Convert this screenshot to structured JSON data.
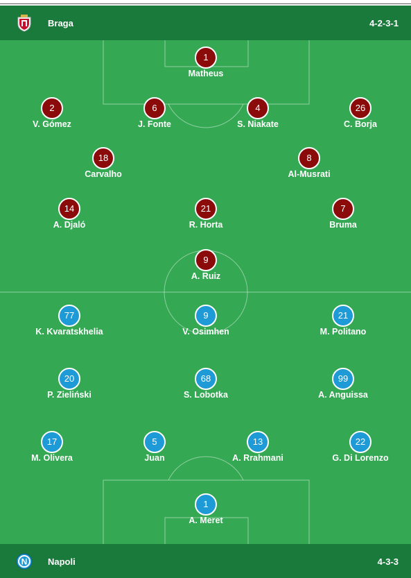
{
  "home": {
    "team": "Braga",
    "formation": "4-2-3-1",
    "color": "#8b0a0a",
    "crest_icon": "braga-crest-icon",
    "players": [
      {
        "number": "1",
        "name": "Matheus"
      },
      {
        "number": "2",
        "name": "V. Gómez"
      },
      {
        "number": "6",
        "name": "J. Fonte"
      },
      {
        "number": "4",
        "name": "S. Niakate"
      },
      {
        "number": "26",
        "name": "C. Borja"
      },
      {
        "number": "18",
        "name": "Carvalho"
      },
      {
        "number": "8",
        "name": "Al-Musrati"
      },
      {
        "number": "14",
        "name": "A. Djaló"
      },
      {
        "number": "21",
        "name": "R. Horta"
      },
      {
        "number": "7",
        "name": "Bruma"
      },
      {
        "number": "9",
        "name": "A. Ruiz"
      }
    ]
  },
  "away": {
    "team": "Napoli",
    "formation": "4-3-3",
    "color": "#1e9ad6",
    "crest_icon": "napoli-crest-icon",
    "players": [
      {
        "number": "77",
        "name": "K. Kvaratskhelia"
      },
      {
        "number": "9",
        "name": "V. Osimhen"
      },
      {
        "number": "21",
        "name": "M. Politano"
      },
      {
        "number": "20",
        "name": "P. Zieliński"
      },
      {
        "number": "68",
        "name": "S. Lobotka"
      },
      {
        "number": "99",
        "name": "A. Anguissa"
      },
      {
        "number": "17",
        "name": "M. Olivera"
      },
      {
        "number": "5",
        "name": "Juan"
      },
      {
        "number": "13",
        "name": "A. Rrahmani"
      },
      {
        "number": "22",
        "name": "G. Di Lorenzo"
      },
      {
        "number": "1",
        "name": "A. Meret"
      }
    ]
  },
  "colors": {
    "header": "#1a7a3b",
    "pitch": "#34a853"
  }
}
